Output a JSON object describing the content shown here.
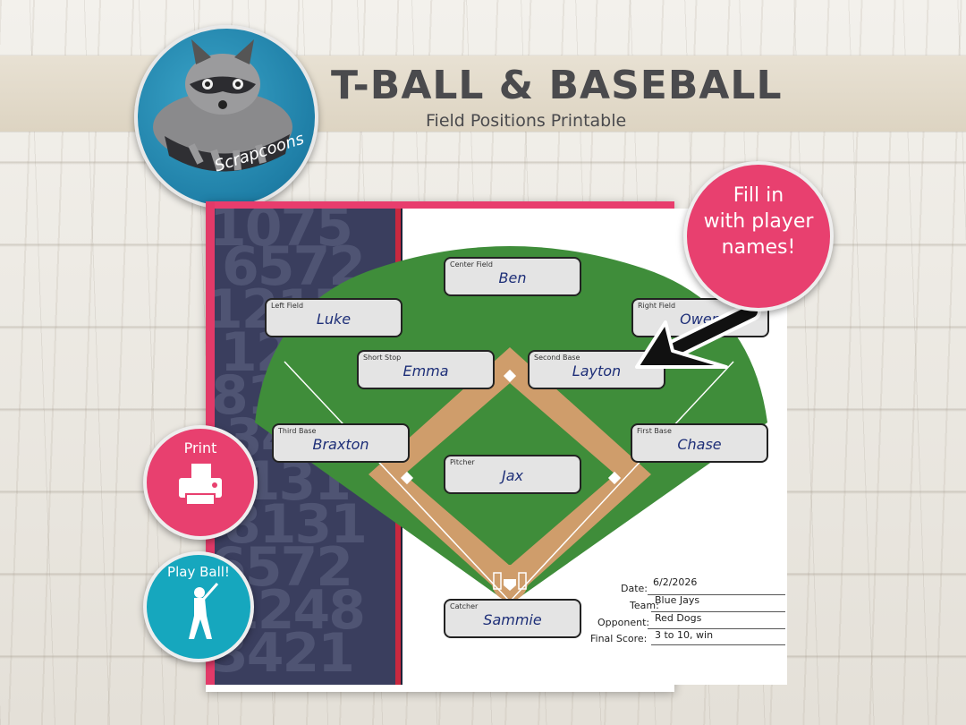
{
  "header": {
    "title": "T-BALL & BASEBALL",
    "subtitle": "Field Positions Printable",
    "logo_text": "Scrapcoons"
  },
  "callout": {
    "line1": "Fill in",
    "line2": "with player",
    "line3": "names!"
  },
  "buttons": {
    "print_label": "Print",
    "play_label": "Play Ball!"
  },
  "positions": [
    {
      "label": "Center Field",
      "name": "Ben"
    },
    {
      "label": "Left Field",
      "name": "Luke"
    },
    {
      "label": "Right Field",
      "name": "Owen"
    },
    {
      "label": "Short Stop",
      "name": "Emma"
    },
    {
      "label": "Second Base",
      "name": "Layton"
    },
    {
      "label": "Third Base",
      "name": "Braxton"
    },
    {
      "label": "First Base",
      "name": "Chase"
    },
    {
      "label": "Pitcher",
      "name": "Jax"
    },
    {
      "label": "Catcher",
      "name": "Sammie"
    }
  ],
  "game_info": {
    "date_label": "Date:",
    "date": "6/2/2026",
    "team_label": "Team:",
    "team": "Blue Jays",
    "opponent_label": "Opponent:",
    "opponent": "Red Dogs",
    "score_label": "Final Score:",
    "score": "3 to 10, win"
  },
  "colors": {
    "accent_pink": "#e8406f",
    "accent_teal": "#16a7be",
    "grass": "#3f8d3a",
    "dirt": "#cf9d6b"
  }
}
